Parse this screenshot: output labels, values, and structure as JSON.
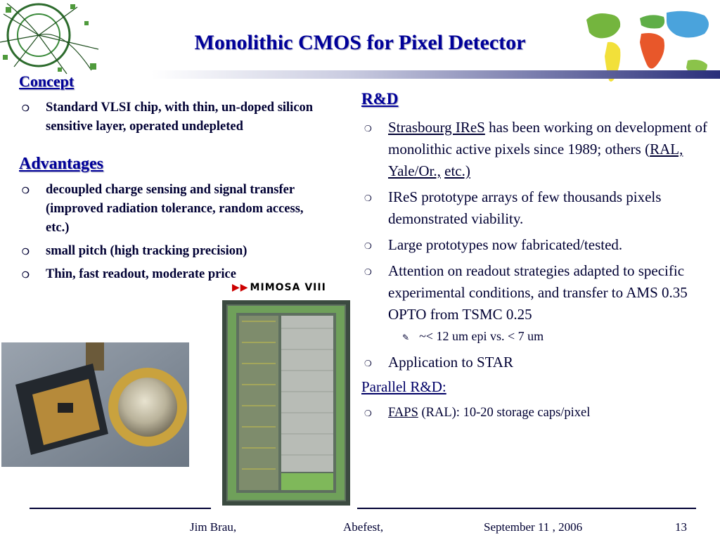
{
  "slide": {
    "title": "Monolithic CMOS for Pixel Detector"
  },
  "left": {
    "concept": {
      "heading": "Concept",
      "items": [
        "Standard VLSI chip, with thin, un-doped silicon sensitive layer, operated undepleted"
      ]
    },
    "advantages": {
      "heading": "Advantages",
      "items": [
        "decoupled charge sensing and signal transfer (improved radiation tolerance, random access, etc.)",
        "small pitch (high tracking precision)",
        "Thin, fast readout, moderate price"
      ]
    },
    "chip_label": "MIMOSA VIII"
  },
  "right": {
    "rd_heading": "R&D",
    "item1": {
      "link1": "Strasbourg IReS",
      "text1": " has been working on development of monolithic active pixels since 1989; others (",
      "link2": "RAL,",
      "text2": " ",
      "link3": "Yale/Or.,",
      "text3": " ",
      "link4": "etc.)"
    },
    "items": [
      "IReS prototype arrays of few thousands pixels demonstrated viability.",
      "Large prototypes now fabricated/tested.",
      "Attention on readout strategies adapted to specific experimental conditions, and transfer to AMS 0.35 OPTO from TSMC 0.25"
    ],
    "sub_item": "~< 12 um epi vs. < 7 um",
    "item_star": "Application to STAR",
    "parallel_heading": "Parallel R&D:",
    "faps": {
      "link": "FAPS",
      "text": " (RAL): 10-20 storage caps/pixel"
    }
  },
  "footer": {
    "author": "Jim Brau,",
    "event": "Abefest,",
    "date": "September 11 , 2006",
    "page": "13"
  },
  "icons": {
    "bullet": "hollow-circle-bullet",
    "sub_bullet": "pen-bullet-icon"
  }
}
